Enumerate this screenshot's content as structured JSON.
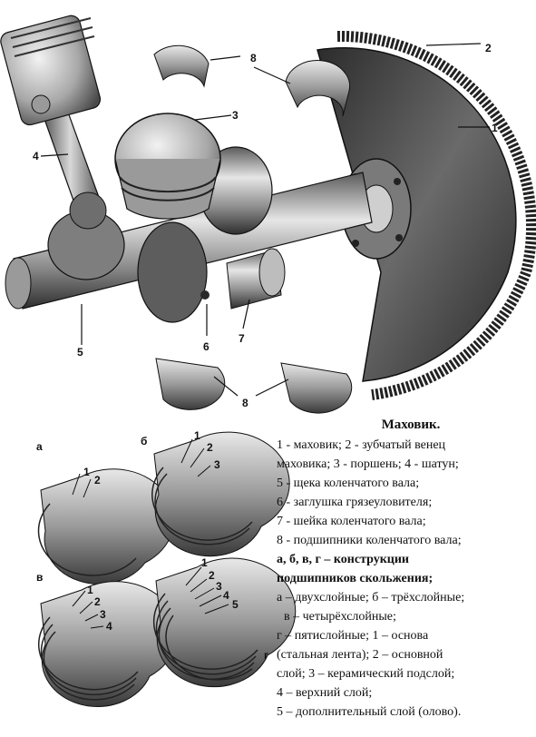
{
  "legend": {
    "title": "Маховик.",
    "lines": [
      {
        "text": "1 - маховик; 2 - зубчатый венец",
        "bold": false
      },
      {
        "text": "маховика; 3 - поршень; 4 - шатун;",
        "bold": false
      },
      {
        "text": "5 - щека коленчатого вала;",
        "bold": false
      },
      {
        "text": "6 - заглушка грязеуловителя;",
        "bold": false
      },
      {
        "text": "7 - шейка коленчатого вала;",
        "bold": false
      },
      {
        "text": "8 - подшипники коленчатого вала;",
        "bold": false
      },
      {
        "text": "а, б, в, г – конструкции",
        "bold": true
      },
      {
        "text": "подшипников скольжения;",
        "bold": true
      },
      {
        "text": "а – двухслойные; б – трёхслойные;",
        "bold": false
      },
      {
        "text": "в – четырёхслойные;",
        "bold": false
      },
      {
        "text": "г – пятислойные; 1 – основа",
        "bold": false
      },
      {
        "text": "(стальная лента); 2 – основной",
        "bold": false
      },
      {
        "text": "слой; 3 – керамический подслой;",
        "bold": false
      },
      {
        "text": "4 – верхний слой;",
        "bold": false
      },
      {
        "text": "5 – дополнительный слой (олово).",
        "bold": false
      }
    ]
  },
  "callouts": {
    "c1": "1",
    "c2": "2",
    "c3": "3",
    "c4": "4",
    "c5": "5",
    "c6": "6",
    "c7": "7",
    "c8a": "8",
    "c8b": "8"
  },
  "bearings": {
    "a": {
      "letter": "а",
      "layers": [
        "1",
        "2"
      ]
    },
    "b": {
      "letter": "б",
      "layers": [
        "1",
        "2",
        "3"
      ]
    },
    "v": {
      "letter": "в",
      "layers": [
        "1",
        "2",
        "3",
        "4"
      ]
    },
    "g": {
      "letter": "г",
      "layers": [
        "1",
        "2",
        "3",
        "4",
        "5"
      ]
    }
  },
  "colors": {
    "metal_dark": "#3a3a3a",
    "metal_mid": "#8c8c8c",
    "metal_light": "#d9d9d9",
    "ink": "#111111"
  }
}
